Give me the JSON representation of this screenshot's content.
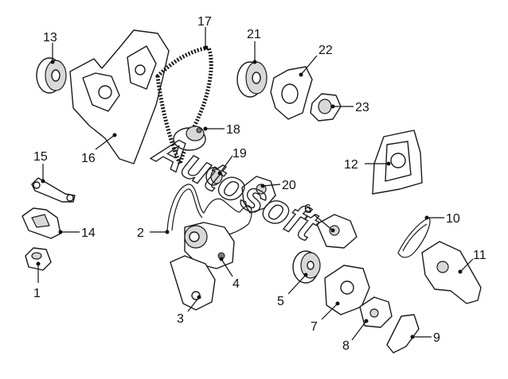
{
  "watermark": "Autosoft",
  "labels": {
    "l1": "1",
    "l2": "2",
    "l3": "3",
    "l4": "4",
    "l5": "5",
    "l6": "6",
    "l7": "7",
    "l8": "8",
    "l9": "9",
    "l10": "10",
    "l11": "11",
    "l12": "12",
    "l13": "13",
    "l14": "14",
    "l15": "15",
    "l16": "16",
    "l17": "17",
    "l18": "18",
    "l19": "19",
    "l20": "20",
    "l21": "21",
    "l22": "22",
    "l23": "23"
  }
}
